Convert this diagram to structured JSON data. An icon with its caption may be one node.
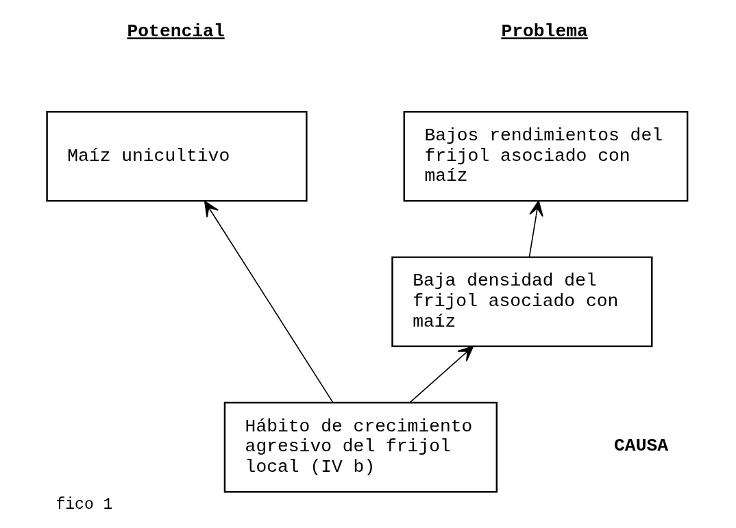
{
  "diagram": {
    "caption": "fico 1",
    "nodes": [
      {
        "text": [
          "Bajos rendimientos del frijol asociado con maíz"
        ]
      },
      {
        "text": [
          "Maíz unicultivo"
        ]
      },
      {
        "text": [
          "Baja densidad del frijol asociado con maíz"
        ]
      },
      {
        "text": [
          "Hábito de crecimiento agresivo del frijol local (IV b)"
        ]
      }
    ],
    "edges": [
      {
        "from": 2,
        "to": 0,
        "arrow": "to"
      },
      {
        "from": 3,
        "to": 2,
        "arrow": "to"
      },
      {
        "from": 3,
        "to": 1,
        "arrow": "to"
      }
    ],
    "labels": [
      "Problema",
      "Potencial",
      "CAUSA"
    ]
  }
}
